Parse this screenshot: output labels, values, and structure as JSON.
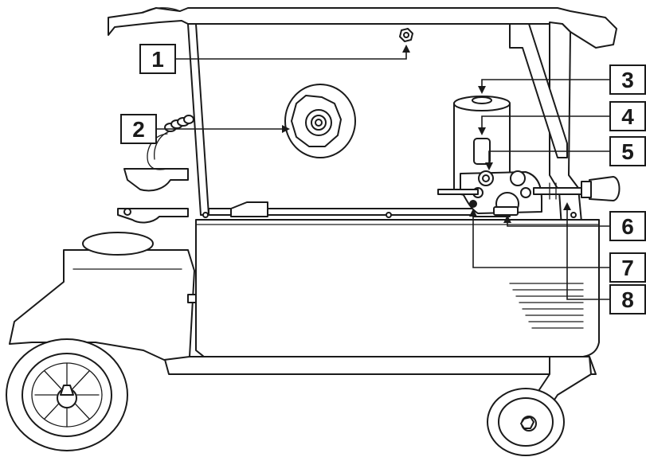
{
  "callouts": [
    {
      "number": "1",
      "side": "left"
    },
    {
      "number": "2",
      "side": "left"
    },
    {
      "number": "3",
      "side": "right"
    },
    {
      "number": "4",
      "side": "right"
    },
    {
      "number": "5",
      "side": "right"
    },
    {
      "number": "6",
      "side": "right"
    },
    {
      "number": "7",
      "side": "right"
    },
    {
      "number": "8",
      "side": "right"
    }
  ],
  "colors": {
    "line": "#1a1a1a",
    "background": "#ffffff"
  }
}
